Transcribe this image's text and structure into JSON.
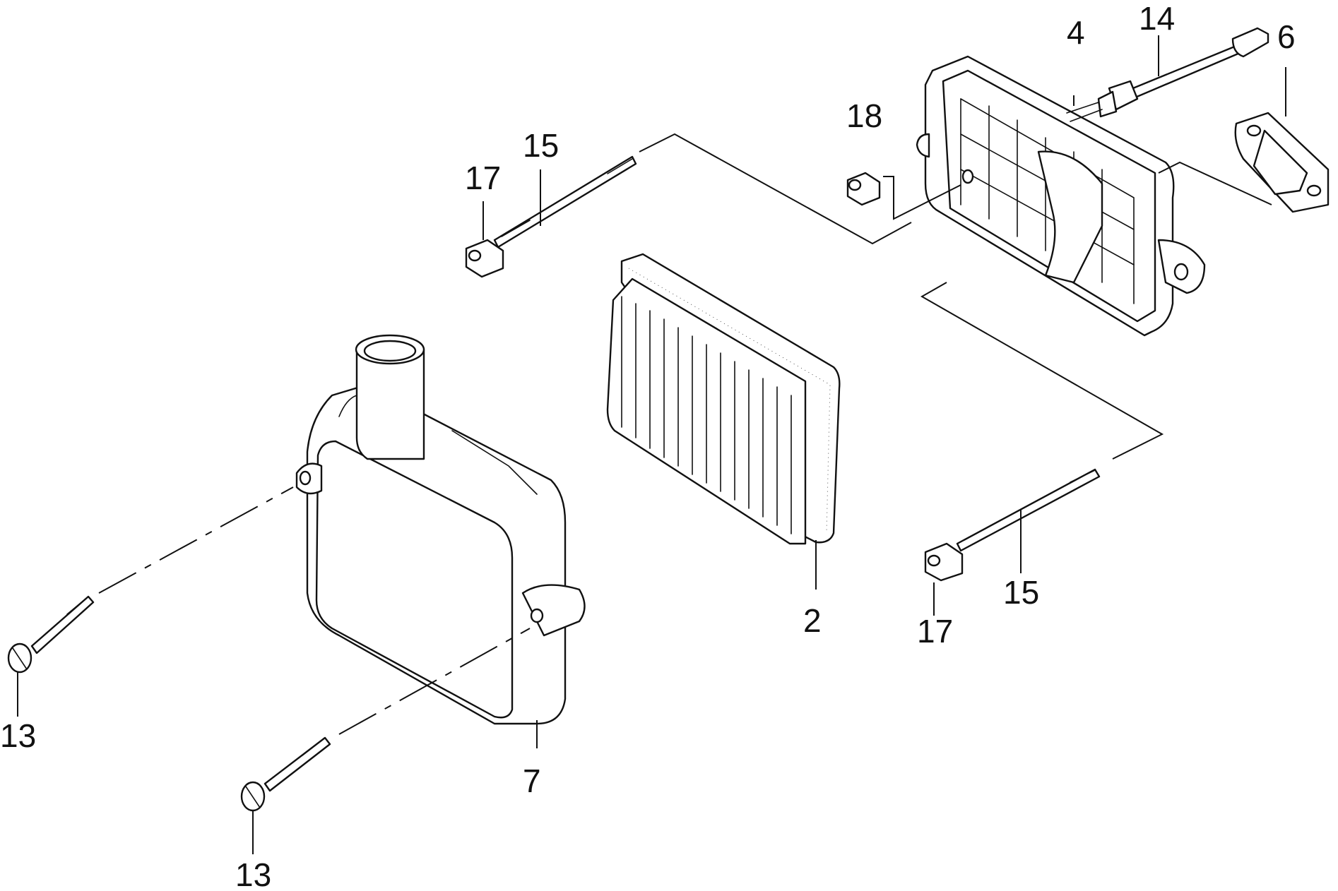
{
  "callouts": {
    "c2": "2",
    "c4": "4",
    "c6": "6",
    "c7": "7",
    "c13a": "13",
    "c13b": "13",
    "c14": "14",
    "c15a": "15",
    "c15b": "15",
    "c17a": "17",
    "c17b": "17",
    "c18": "18"
  },
  "colors": {
    "line": "#111111",
    "background": "#ffffff"
  }
}
